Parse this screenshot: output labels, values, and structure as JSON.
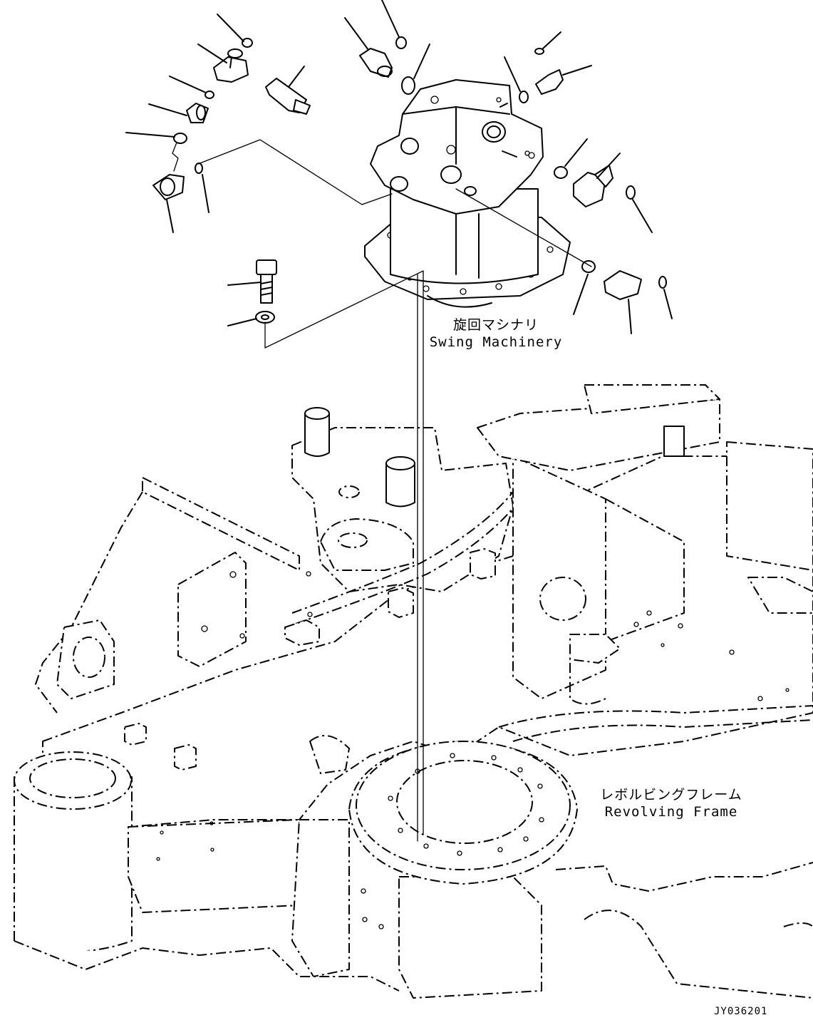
{
  "labels": {
    "swing_machinery_jp": "旋回マシナリ",
    "swing_machinery_en": "Swing Machinery",
    "revolving_frame_jp": "レボルビングフレーム",
    "revolving_frame_en": "Revolving Frame",
    "drawing_id": "JY036201"
  }
}
